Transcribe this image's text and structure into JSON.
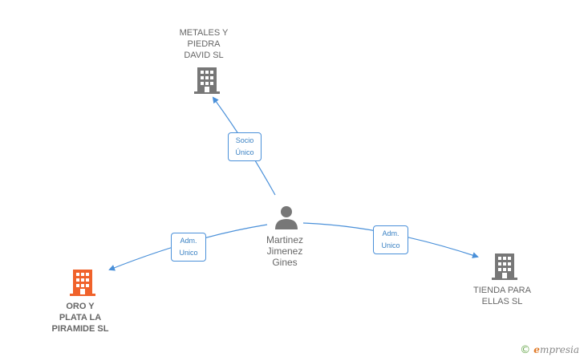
{
  "nodes": {
    "metales": {
      "label": "METALES Y\nPIEDRA\nDAVID SL",
      "icon": "building-icon",
      "color": "#777777"
    },
    "person": {
      "label": "Martinez\nJimenez\nGines",
      "icon": "person-icon",
      "color": "#777777"
    },
    "oro": {
      "label": "ORO Y\nPLATA LA\nPIRAMIDE SL",
      "icon": "building-icon",
      "color": "#f0622b"
    },
    "tienda": {
      "label": "TIENDA PARA\nELLAS SL",
      "icon": "building-icon",
      "color": "#777777"
    }
  },
  "edges": {
    "to_metales": {
      "label": "Socio\nÚnico"
    },
    "to_oro": {
      "label": "Adm.\nUnico"
    },
    "to_tienda": {
      "label": "Adm.\nUnico"
    }
  },
  "colors": {
    "edge": "#4a90d9",
    "highlight": "#f0622b"
  },
  "brand": {
    "copyright": "©",
    "name_first": "e",
    "name_rest": "mpresia"
  }
}
